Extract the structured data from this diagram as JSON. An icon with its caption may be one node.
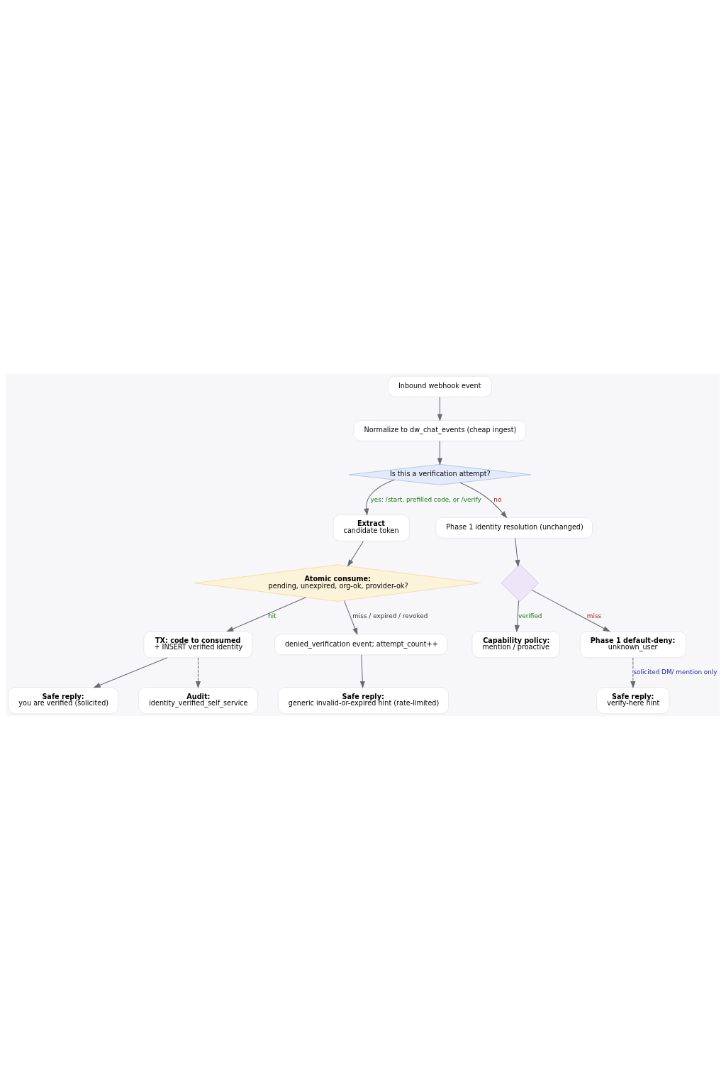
{
  "diagram": {
    "nodes": [
      {
        "text": [
          "Inbound webhook event"
        ]
      },
      {
        "text": [
          "Normalize to dw_chat_events (cheap ingest)"
        ]
      },
      {
        "text": [
          "Is this a verification attempt?"
        ]
      },
      {
        "text": [
          "Extract",
          "candidate token"
        ]
      },
      {
        "text": [
          "Phase 1 identity resolution (unchanged)"
        ]
      },
      {
        "text": [
          "Atomic consume:",
          "pending, unexpired, org-ok, provider-ok?"
        ]
      },
      {
        "text": [],
        "shape": "diamond"
      },
      {
        "text": [
          "TX: code to consumed",
          "+ INSERT verified identity"
        ]
      },
      {
        "text": [
          "denied_verification event; attempt_count++"
        ]
      },
      {
        "text": [
          "Capability policy:",
          "mention / proactive"
        ]
      },
      {
        "text": [
          "Phase 1 default-deny:",
          "unknown_user"
        ]
      },
      {
        "text": [
          "Safe reply:",
          "you are verified (solicited)"
        ]
      },
      {
        "text": [
          "Safe reply:",
          "generic invalid-or-expired hint (rate-limited)"
        ]
      },
      {
        "text": [
          "Audit:",
          "identity_verified_self_service"
        ]
      },
      {
        "text": [
          "Safe reply:",
          "verify-here hint"
        ]
      }
    ],
    "edges": [
      {
        "from": 0,
        "to": 1,
        "arrow": "to"
      },
      {
        "from": 1,
        "to": 2,
        "arrow": "to"
      },
      {
        "from": 2,
        "to": 3,
        "arrow": "to",
        "label": "yes: /start, prefilled code, or /verify"
      },
      {
        "from": 2,
        "to": 4,
        "arrow": "to",
        "label": "no"
      },
      {
        "from": 3,
        "to": 5,
        "arrow": "to"
      },
      {
        "from": 4,
        "to": 6,
        "arrow": "to"
      },
      {
        "from": 5,
        "to": 7,
        "arrow": "to",
        "label": "hit"
      },
      {
        "from": 5,
        "to": 8,
        "arrow": "to",
        "label": "miss / expired / revoked"
      },
      {
        "from": 6,
        "to": 9,
        "arrow": "to",
        "label": "verified"
      },
      {
        "from": 6,
        "to": 10,
        "arrow": "to",
        "label": "miss"
      },
      {
        "from": 7,
        "to": 11,
        "arrow": "to"
      },
      {
        "from": 7,
        "to": 13,
        "arrow": "to",
        "style": "dashed"
      },
      {
        "from": 8,
        "to": 12,
        "arrow": "to"
      },
      {
        "from": 10,
        "to": 14,
        "arrow": "to",
        "style": "dashed",
        "label": "solicited DM/ mention only"
      }
    ]
  }
}
